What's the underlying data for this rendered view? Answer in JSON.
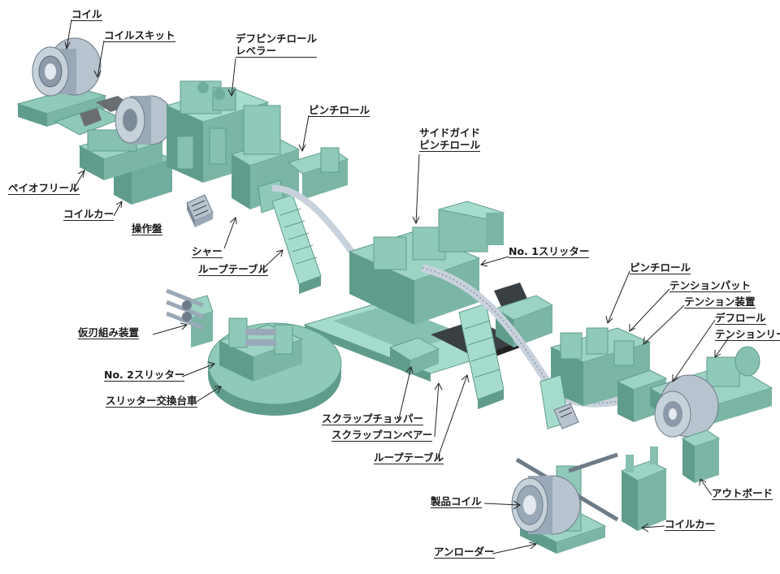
{
  "colors": {
    "machine": "#8fc9b9",
    "machine_dark": "#5f9c8c",
    "machine_light": "#b9e3d7",
    "coil": "#9aa9b8",
    "belt": "#3a3f44",
    "leader": "#222222"
  },
  "labels": {
    "coil": "コイル",
    "coil_skid": "コイルスキット",
    "dep_pinch_roll_leveler_1": "デフピンチロール",
    "dep_pinch_roll_leveler_2": "レベラー",
    "pinch_roll_top": "ピンチロール",
    "payoff_reel": "ペイオフリール",
    "coil_car_top": "コイルカー",
    "control_panel": "操作盤",
    "shear": "シャー",
    "loop_table_top": "ループテーブル",
    "side_guide_1": "サイドガイド",
    "side_guide_2": "ピンチロール",
    "slitter_1": "No. 1スリッター",
    "pinch_roll_right": "ピンチロール",
    "tension_pad": "テンションパット",
    "tension_device": "テンション装置",
    "deflector_roll": "デフロール",
    "tension_reel": "テンションリール",
    "temp_blade": "仮刃組み装置",
    "slitter_2": "No. 2スリッター",
    "slitter_exchange": "スリッター交換台車",
    "scrap_chopper": "スクラップチョッパー",
    "scrap_conveyor": "スクラップコンベアー",
    "loop_table_bottom": "ループテーブル",
    "outboard": "アウトボード",
    "product_coil": "製品コイル",
    "coil_car_bottom": "コイルカー",
    "unloader": "アンローダー"
  }
}
